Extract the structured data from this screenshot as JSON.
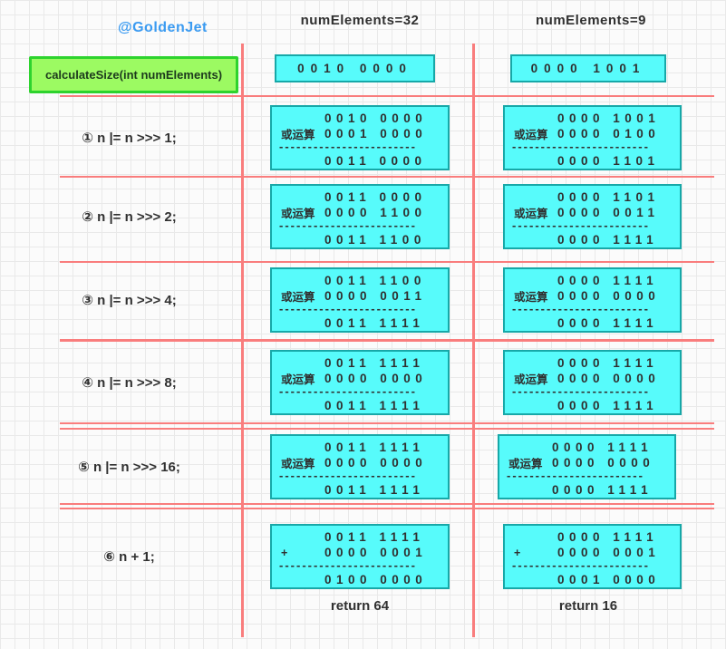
{
  "author": {
    "handle": "@GoldenJet"
  },
  "header": {
    "col1": "numElements=32",
    "col2": "numElements=9",
    "function_signature": "calculateSize(int numElements)",
    "initial_binary_col1": "0010 0000",
    "initial_binary_col2": "0000 1001"
  },
  "shared": {
    "divider": "------------------------"
  },
  "rows": [
    {
      "step": "① n |= n >>> 1;",
      "left": {
        "a": "0010 0000",
        "op": "或运算",
        "b": "0001 0000",
        "result": "0011 0000"
      },
      "right": {
        "a": "0000 1001",
        "op": "或运算",
        "b": "0000 0100",
        "result": "0000 1101"
      }
    },
    {
      "step": "② n |= n >>> 2;",
      "left": {
        "a": "0011 0000",
        "op": "或运算",
        "b": "0000 1100",
        "result": "0011 1100"
      },
      "right": {
        "a": "0000 1101",
        "op": "或运算",
        "b": "0000 0011",
        "result": "0000 1111"
      }
    },
    {
      "step": "③ n |= n >>> 4;",
      "left": {
        "a": "0011 1100",
        "op": "或运算",
        "b": "0000 0011",
        "result": "0011 1111"
      },
      "right": {
        "a": "0000 1111",
        "op": "或运算",
        "b": "0000 0000",
        "result": "0000 1111"
      }
    },
    {
      "step": "④ n |= n >>> 8;",
      "left": {
        "a": "0011 1111",
        "op": "或运算",
        "b": "0000 0000",
        "result": "0011 1111"
      },
      "right": {
        "a": "0000 1111",
        "op": "或运算",
        "b": "0000 0000",
        "result": "0000 1111"
      }
    },
    {
      "step": "⑤ n |= n >>> 16;",
      "left": {
        "a": "0011 1111",
        "op": "或运算",
        "b": "0000 0000",
        "result": "0011 1111"
      },
      "right": {
        "a": "0000 1111",
        "op": "或运算",
        "b": "0000 0000",
        "result": "0000 1111"
      }
    },
    {
      "step": "⑥ n + 1;",
      "left": {
        "a": "0011 1111",
        "op": "+",
        "b": "0000 0001",
        "result": "0100 0000"
      },
      "right": {
        "a": "0000 1111",
        "op": "+",
        "b": "0000 0001",
        "result": "0001 0000"
      }
    }
  ],
  "footer": {
    "return_col1": "return 64",
    "return_col2": "return 16"
  },
  "colors": {
    "background": "#fbfbfb",
    "grid_line": "#e9e9e9",
    "divider_red": "#f97d7d",
    "cyan_box_fill": "#57fbfb",
    "cyan_box_border": "#17a8a8",
    "green_box_fill": "#9cfa62",
    "green_box_border": "#2ed32e",
    "handle_blue": "#3b9bf1",
    "text_dark": "#303030"
  }
}
